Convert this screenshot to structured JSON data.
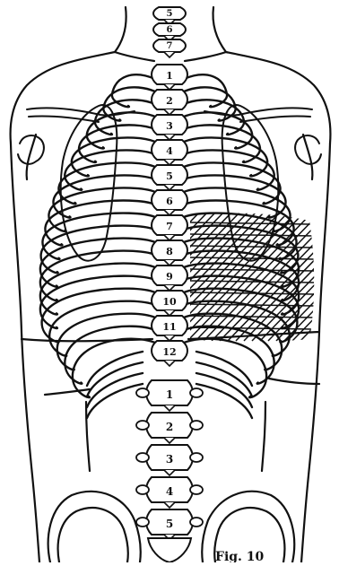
{
  "figure": {
    "title": "Illustration of the human back showing the spine and rib cage with numbered vertebrae",
    "ink_color": "#111111",
    "paper_color": "#ffffff",
    "hatch_color": "#111111"
  },
  "vertebrae": {
    "cervical_labels": [
      "5",
      "6",
      "7"
    ],
    "thoracic_labels": [
      "1",
      "2",
      "3",
      "4",
      "5",
      "6",
      "7",
      "8",
      "9",
      "10",
      "11",
      "12"
    ],
    "lumbar_labels": [
      "1",
      "2",
      "3",
      "4",
      "5"
    ]
  },
  "caption": {
    "text": "Fig. 10"
  }
}
